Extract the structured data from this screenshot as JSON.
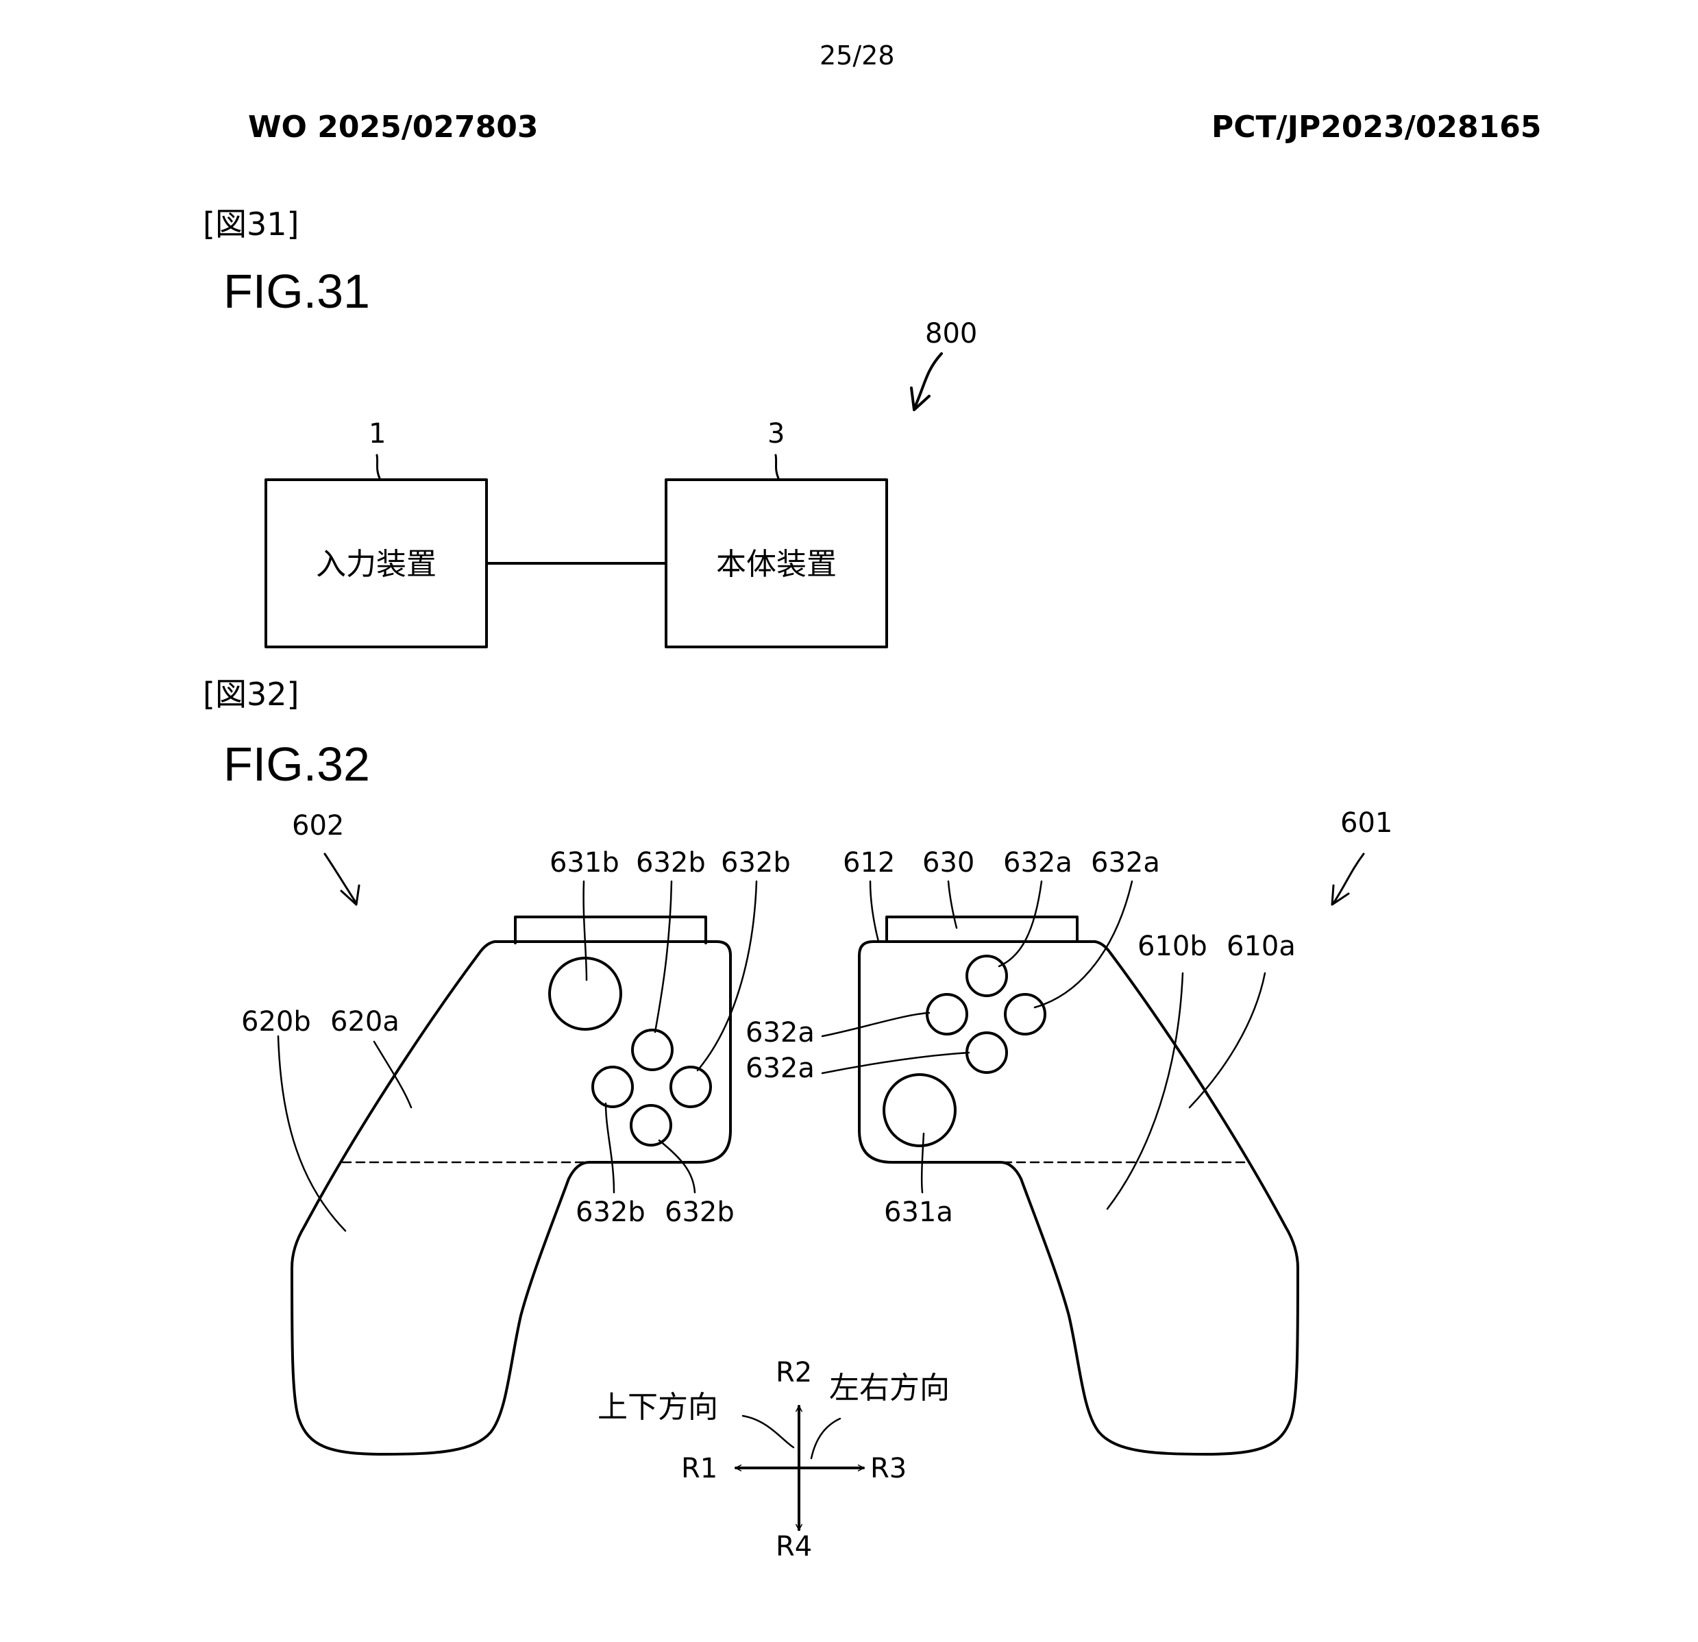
{
  "header": {
    "page_number": "25/28",
    "publication_number": "WO 2025/027803",
    "application_number": "PCT/JP2023/028165"
  },
  "fig31": {
    "tag": "[図31]",
    "title": "FIG.31",
    "system_ref": "800",
    "box_left": {
      "ref": "1",
      "label": "入力装置"
    },
    "box_right": {
      "ref": "3",
      "label": "本体装置"
    }
  },
  "fig32": {
    "tag": "[図32]",
    "title": "FIG.32",
    "left_controller_ref": "602",
    "right_controller_ref": "601",
    "labels": {
      "l631b": "631b",
      "l632b_1": "632b",
      "l632b_2": "632b",
      "l632b_3": "632b",
      "l632b_4": "632b",
      "l620b": "620b",
      "l620a": "620a",
      "l612": "612",
      "l630": "630",
      "l632a_1": "632a",
      "l632a_2": "632a",
      "l632a_3": "632a",
      "l632a_4": "632a",
      "l610b": "610b",
      "l610a": "610a",
      "l631a": "631a"
    },
    "directions": {
      "up_down": "上下方向",
      "left_right": "左右方向",
      "r1": "R1",
      "r2": "R2",
      "r3": "R3",
      "r4": "R4"
    }
  }
}
